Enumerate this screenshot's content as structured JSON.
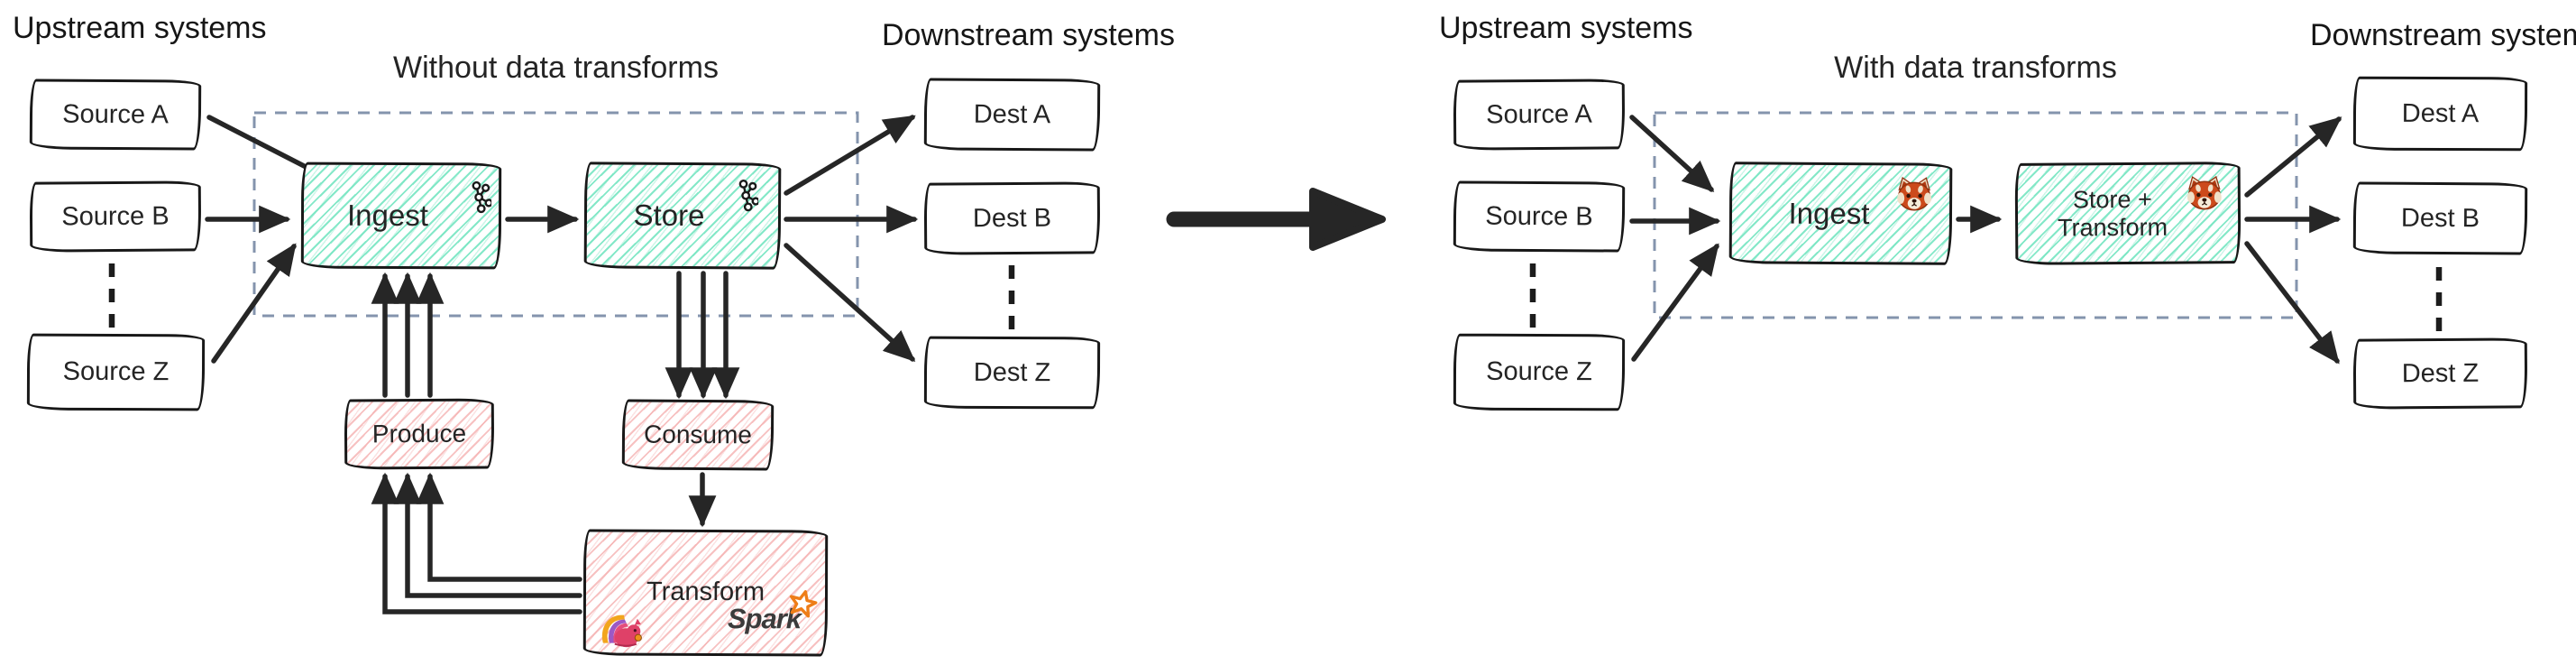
{
  "left": {
    "upstream_label": "Upstream systems",
    "downstream_label": "Downstream systems",
    "title": "Without data transforms",
    "sources": [
      "Source A",
      "Source B",
      "Source Z"
    ],
    "dests": [
      "Dest A",
      "Dest B",
      "Dest Z"
    ],
    "ingest_label": "Ingest",
    "store_label": "Store",
    "ingest_icon": "kafka-icon",
    "store_icon": "kafka-icon",
    "produce_label": "Produce",
    "consume_label": "Consume",
    "transform_label": "Transform",
    "transform_icons": [
      "flink-squirrel-icon",
      "spark-star-icon"
    ],
    "spark_text": "Spark"
  },
  "right": {
    "upstream_label": "Upstream systems",
    "downstream_label": "Downstream systems",
    "title": "With data transforms",
    "sources": [
      "Source A",
      "Source B",
      "Source Z"
    ],
    "dests": [
      "Dest A",
      "Dest B",
      "Dest Z"
    ],
    "ingest_label": "Ingest",
    "store_line1": "Store +",
    "store_line2": "Transform",
    "ingest_icon": "redpanda-icon",
    "store_icon": "redpanda-icon"
  },
  "colors": {
    "teal_hatch": "#6ee4be",
    "pink_hatch": "#f3a0a0",
    "dashed_border": "#8494ad",
    "ink": "#181818",
    "arrow": "#262626",
    "spark_orange": "#ee7d18",
    "flink_magenta": "#e44d7d",
    "flink_purple": "#9c59c5",
    "flink_orange": "#f2a51d",
    "redpanda_rust": "#cc4a1c"
  }
}
